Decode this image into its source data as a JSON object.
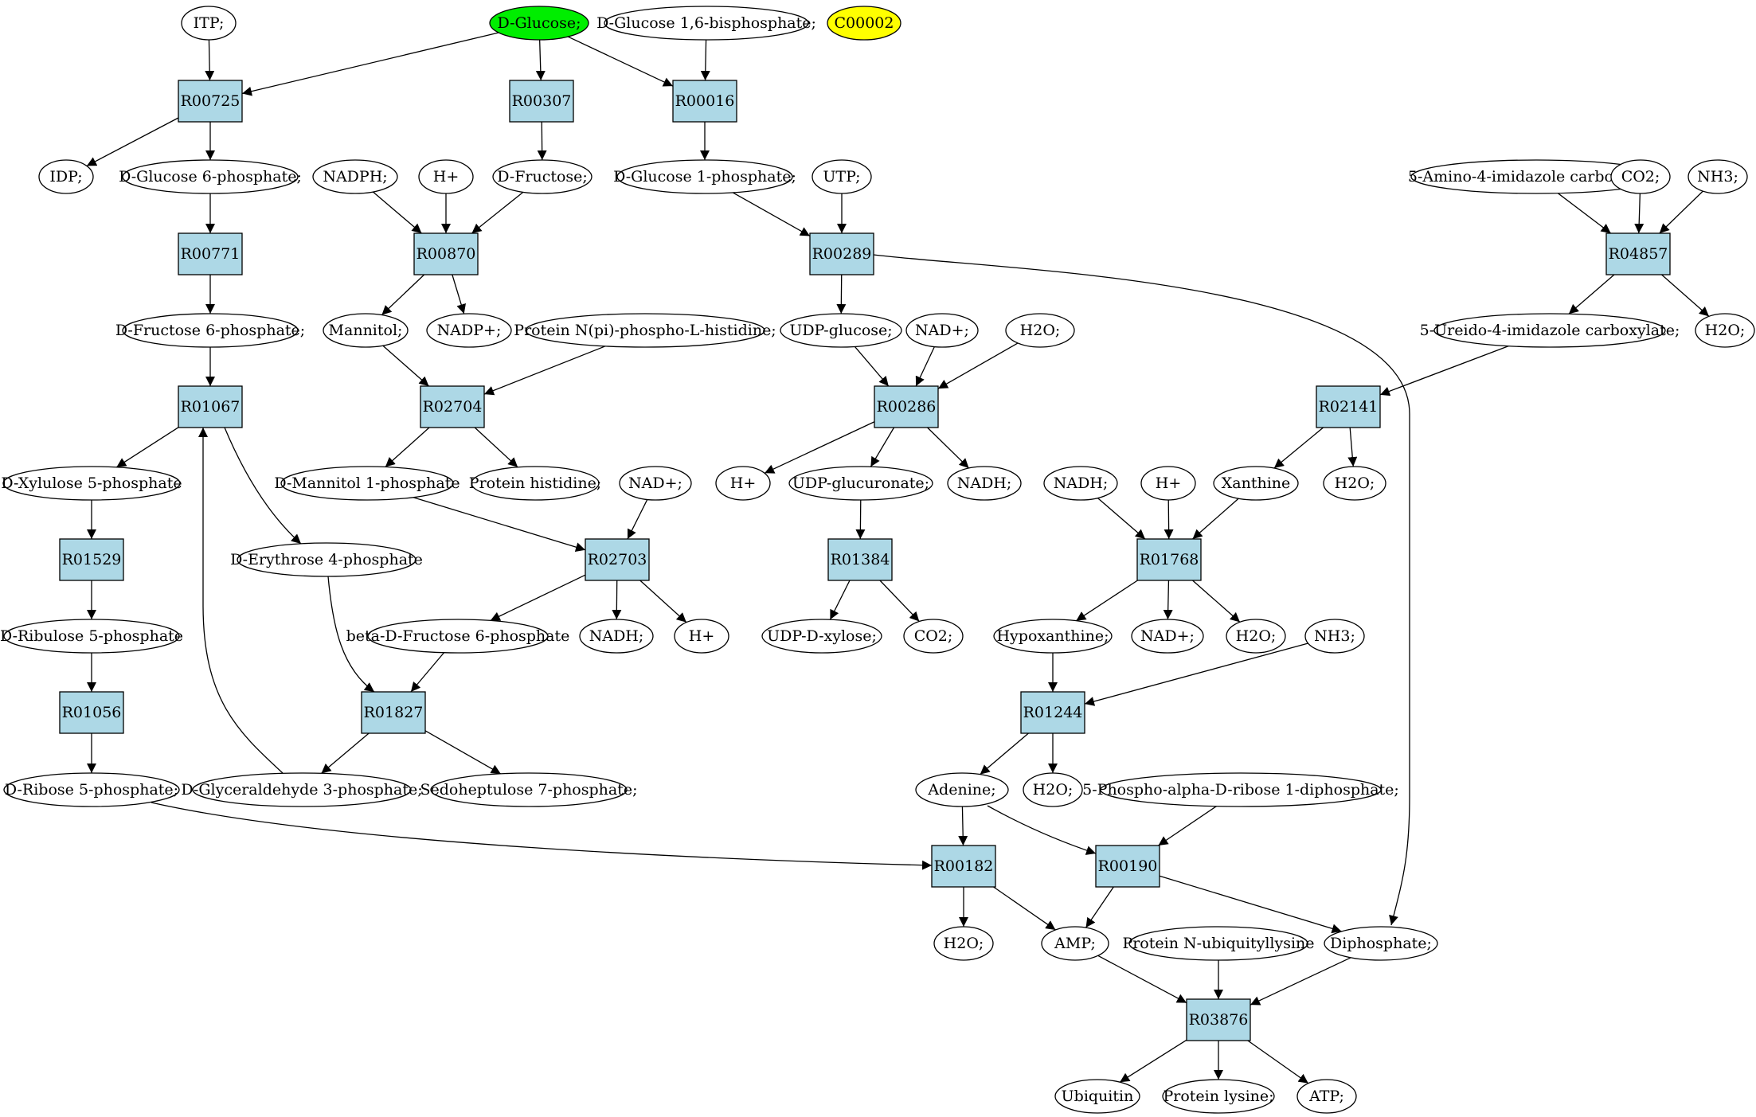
{
  "colors": {
    "reaction_fill": "#add8e6",
    "compound_fill": "#ffffff",
    "start_compound_fill": "#00ee00",
    "highlight_compound_fill": "#ffff00",
    "edge": "#000000"
  },
  "compounds": [
    {
      "id": "itp",
      "label": "ITP;"
    },
    {
      "id": "d_glucose",
      "label": "D-Glucose;",
      "style": "start"
    },
    {
      "id": "d_glucose_16bp",
      "label": "D-Glucose 1,6-bisphosphate;"
    },
    {
      "id": "c00002",
      "label": "C00002",
      "style": "highlight"
    },
    {
      "id": "idp",
      "label": "IDP;"
    },
    {
      "id": "d_glucose_6p",
      "label": "D-Glucose 6-phosphate;"
    },
    {
      "id": "nadph_1",
      "label": "NADPH;"
    },
    {
      "id": "hplus_1",
      "label": "H+"
    },
    {
      "id": "d_fructose",
      "label": "D-Fructose;"
    },
    {
      "id": "d_glucose_1p",
      "label": "D-Glucose 1-phosphate;"
    },
    {
      "id": "utp",
      "label": "UTP;"
    },
    {
      "id": "aica",
      "label": "5-Amino-4-imidazole carboxylate;"
    },
    {
      "id": "co2_1",
      "label": "CO2;"
    },
    {
      "id": "nh3_1",
      "label": "NH3;"
    },
    {
      "id": "d_fructose_6p",
      "label": "D-Fructose 6-phosphate;"
    },
    {
      "id": "mannitol",
      "label": "Mannitol;"
    },
    {
      "id": "nadp",
      "label": "NADP+;"
    },
    {
      "id": "protein_np_his",
      "label": "Protein N(pi)-phospho-L-histidine;"
    },
    {
      "id": "udp_glucose",
      "label": "UDP-glucose;"
    },
    {
      "id": "nadplus_1",
      "label": "NAD+;"
    },
    {
      "id": "h2o_1",
      "label": "H2O;"
    },
    {
      "id": "ureido",
      "label": "5-Ureido-4-imidazole carboxylate;"
    },
    {
      "id": "h2o_2",
      "label": "H2O;"
    },
    {
      "id": "d_xylulose_5p",
      "label": "D-Xylulose 5-phosphate"
    },
    {
      "id": "d_mannitol_1p",
      "label": "D-Mannitol 1-phosphate"
    },
    {
      "id": "protein_his",
      "label": "Protein histidine;"
    },
    {
      "id": "nadplus_2",
      "label": "NAD+;"
    },
    {
      "id": "hplus_2",
      "label": "H+"
    },
    {
      "id": "udp_glucuronate",
      "label": "UDP-glucuronate;"
    },
    {
      "id": "nadh_1",
      "label": "NADH;"
    },
    {
      "id": "nadh_2",
      "label": "NADH;"
    },
    {
      "id": "hplus_3",
      "label": "H+"
    },
    {
      "id": "xanthine",
      "label": "Xanthine"
    },
    {
      "id": "h2o_3",
      "label": "H2O;"
    },
    {
      "id": "d_erythrose_4p",
      "label": "D-Erythrose 4-phosphate"
    },
    {
      "id": "d_ribulose_5p",
      "label": "D-Ribulose 5-phosphate"
    },
    {
      "id": "beta_fructose_6p",
      "label": "beta-D-Fructose 6-phosphate"
    },
    {
      "id": "nadh_3",
      "label": "NADH;"
    },
    {
      "id": "hplus_4",
      "label": "H+"
    },
    {
      "id": "udp_xylose",
      "label": "UDP-D-xylose;"
    },
    {
      "id": "co2_2",
      "label": "CO2;"
    },
    {
      "id": "hypoxanthine",
      "label": "Hypoxanthine;"
    },
    {
      "id": "nadplus_3",
      "label": "NAD+;"
    },
    {
      "id": "h2o_4",
      "label": "H2O;"
    },
    {
      "id": "nh3_2",
      "label": "NH3;"
    },
    {
      "id": "d_ribose_5p",
      "label": "D-Ribose 5-phosphate;"
    },
    {
      "id": "d_glyceraldehyde_3p",
      "label": "D-Glyceraldehyde 3-phosphate;"
    },
    {
      "id": "sedoheptulose_7p",
      "label": "Sedoheptulose 7-phosphate;"
    },
    {
      "id": "adenine",
      "label": "Adenine;"
    },
    {
      "id": "h2o_5",
      "label": "H2O;"
    },
    {
      "id": "prpp",
      "label": "5-Phospho-alpha-D-ribose 1-diphosphate;"
    },
    {
      "id": "h2o_6",
      "label": "H2O;"
    },
    {
      "id": "amp",
      "label": "AMP;"
    },
    {
      "id": "protein_n_ubiq",
      "label": "Protein N-ubiquityllysine"
    },
    {
      "id": "diphosphate",
      "label": "Diphosphate;"
    },
    {
      "id": "ubiquitin",
      "label": "Ubiquitin"
    },
    {
      "id": "protein_lysine",
      "label": "Protein lysine;"
    },
    {
      "id": "atp",
      "label": "ATP;"
    }
  ],
  "reactions": [
    {
      "id": "r00725",
      "label": "R00725"
    },
    {
      "id": "r00307",
      "label": "R00307"
    },
    {
      "id": "r00016",
      "label": "R00016"
    },
    {
      "id": "r00771",
      "label": "R00771"
    },
    {
      "id": "r00870",
      "label": "R00870"
    },
    {
      "id": "r00289",
      "label": "R00289"
    },
    {
      "id": "r04857",
      "label": "R04857"
    },
    {
      "id": "r01067",
      "label": "R01067"
    },
    {
      "id": "r02704",
      "label": "R02704"
    },
    {
      "id": "r00286",
      "label": "R00286"
    },
    {
      "id": "r02141",
      "label": "R02141"
    },
    {
      "id": "r01529",
      "label": "R01529"
    },
    {
      "id": "r02703",
      "label": "R02703"
    },
    {
      "id": "r01384",
      "label": "R01384"
    },
    {
      "id": "r01768",
      "label": "R01768"
    },
    {
      "id": "r01056",
      "label": "R01056"
    },
    {
      "id": "r01827",
      "label": "R01827"
    },
    {
      "id": "r01244",
      "label": "R01244"
    },
    {
      "id": "r00182",
      "label": "R00182"
    },
    {
      "id": "r00190",
      "label": "R00190"
    },
    {
      "id": "r03876",
      "label": "R03876"
    }
  ],
  "edges": [
    [
      "itp",
      "r00725"
    ],
    [
      "d_glucose",
      "r00725"
    ],
    [
      "r00725",
      "idp"
    ],
    [
      "r00725",
      "d_glucose_6p"
    ],
    [
      "d_glucose",
      "r00307"
    ],
    [
      "r00307",
      "d_fructose"
    ],
    [
      "d_glucose",
      "r00016"
    ],
    [
      "d_glucose_16bp",
      "r00016"
    ],
    [
      "r00016",
      "d_glucose_1p"
    ],
    [
      "d_glucose_6p",
      "r00771"
    ],
    [
      "r00771",
      "d_fructose_6p"
    ],
    [
      "nadph_1",
      "r00870"
    ],
    [
      "hplus_1",
      "r00870"
    ],
    [
      "d_fructose",
      "r00870"
    ],
    [
      "r00870",
      "mannitol"
    ],
    [
      "r00870",
      "nadp"
    ],
    [
      "d_glucose_1p",
      "r00289"
    ],
    [
      "utp",
      "r00289"
    ],
    [
      "r00289",
      "udp_glucose"
    ],
    [
      "r00289",
      "diphosphate"
    ],
    [
      "aica",
      "r04857"
    ],
    [
      "co2_1",
      "r04857"
    ],
    [
      "nh3_1",
      "r04857"
    ],
    [
      "r04857",
      "ureido"
    ],
    [
      "r04857",
      "h2o_2"
    ],
    [
      "d_fructose_6p",
      "r01067"
    ],
    [
      "d_glyceraldehyde_3p",
      "r01067"
    ],
    [
      "r01067",
      "d_xylulose_5p"
    ],
    [
      "r01067",
      "d_erythrose_4p"
    ],
    [
      "mannitol",
      "r02704"
    ],
    [
      "protein_np_his",
      "r02704"
    ],
    [
      "r02704",
      "d_mannitol_1p"
    ],
    [
      "r02704",
      "protein_his"
    ],
    [
      "udp_glucose",
      "r00286"
    ],
    [
      "nadplus_1",
      "r00286"
    ],
    [
      "h2o_1",
      "r00286"
    ],
    [
      "r00286",
      "hplus_2"
    ],
    [
      "r00286",
      "udp_glucuronate"
    ],
    [
      "r00286",
      "nadh_1"
    ],
    [
      "ureido",
      "r02141"
    ],
    [
      "r02141",
      "xanthine"
    ],
    [
      "r02141",
      "h2o_3"
    ],
    [
      "d_xylulose_5p",
      "r01529"
    ],
    [
      "r01529",
      "d_ribulose_5p"
    ],
    [
      "d_mannitol_1p",
      "r02703"
    ],
    [
      "nadplus_2",
      "r02703"
    ],
    [
      "r02703",
      "beta_fructose_6p"
    ],
    [
      "r02703",
      "nadh_3"
    ],
    [
      "r02703",
      "hplus_4"
    ],
    [
      "udp_glucuronate",
      "r01384"
    ],
    [
      "r01384",
      "udp_xylose"
    ],
    [
      "r01384",
      "co2_2"
    ],
    [
      "nadh_2",
      "r01768"
    ],
    [
      "hplus_3",
      "r01768"
    ],
    [
      "xanthine",
      "r01768"
    ],
    [
      "r01768",
      "hypoxanthine"
    ],
    [
      "r01768",
      "nadplus_3"
    ],
    [
      "r01768",
      "h2o_4"
    ],
    [
      "d_ribulose_5p",
      "r01056"
    ],
    [
      "r01056",
      "d_ribose_5p"
    ],
    [
      "d_erythrose_4p",
      "r01827"
    ],
    [
      "beta_fructose_6p",
      "r01827"
    ],
    [
      "r01827",
      "d_glyceraldehyde_3p"
    ],
    [
      "r01827",
      "sedoheptulose_7p"
    ],
    [
      "hypoxanthine",
      "r01244"
    ],
    [
      "nh3_2",
      "r01244"
    ],
    [
      "r01244",
      "adenine"
    ],
    [
      "r01244",
      "h2o_5"
    ],
    [
      "d_ribose_5p",
      "r00182"
    ],
    [
      "adenine",
      "r00182"
    ],
    [
      "r00182",
      "h2o_6"
    ],
    [
      "r00182",
      "amp"
    ],
    [
      "adenine",
      "r00190"
    ],
    [
      "prpp",
      "r00190"
    ],
    [
      "r00190",
      "amp"
    ],
    [
      "r00190",
      "diphosphate"
    ],
    [
      "amp",
      "r03876"
    ],
    [
      "protein_n_ubiq",
      "r03876"
    ],
    [
      "diphosphate",
      "r03876"
    ],
    [
      "r03876",
      "ubiquitin"
    ],
    [
      "r03876",
      "protein_lysine"
    ],
    [
      "r03876",
      "atp"
    ]
  ]
}
